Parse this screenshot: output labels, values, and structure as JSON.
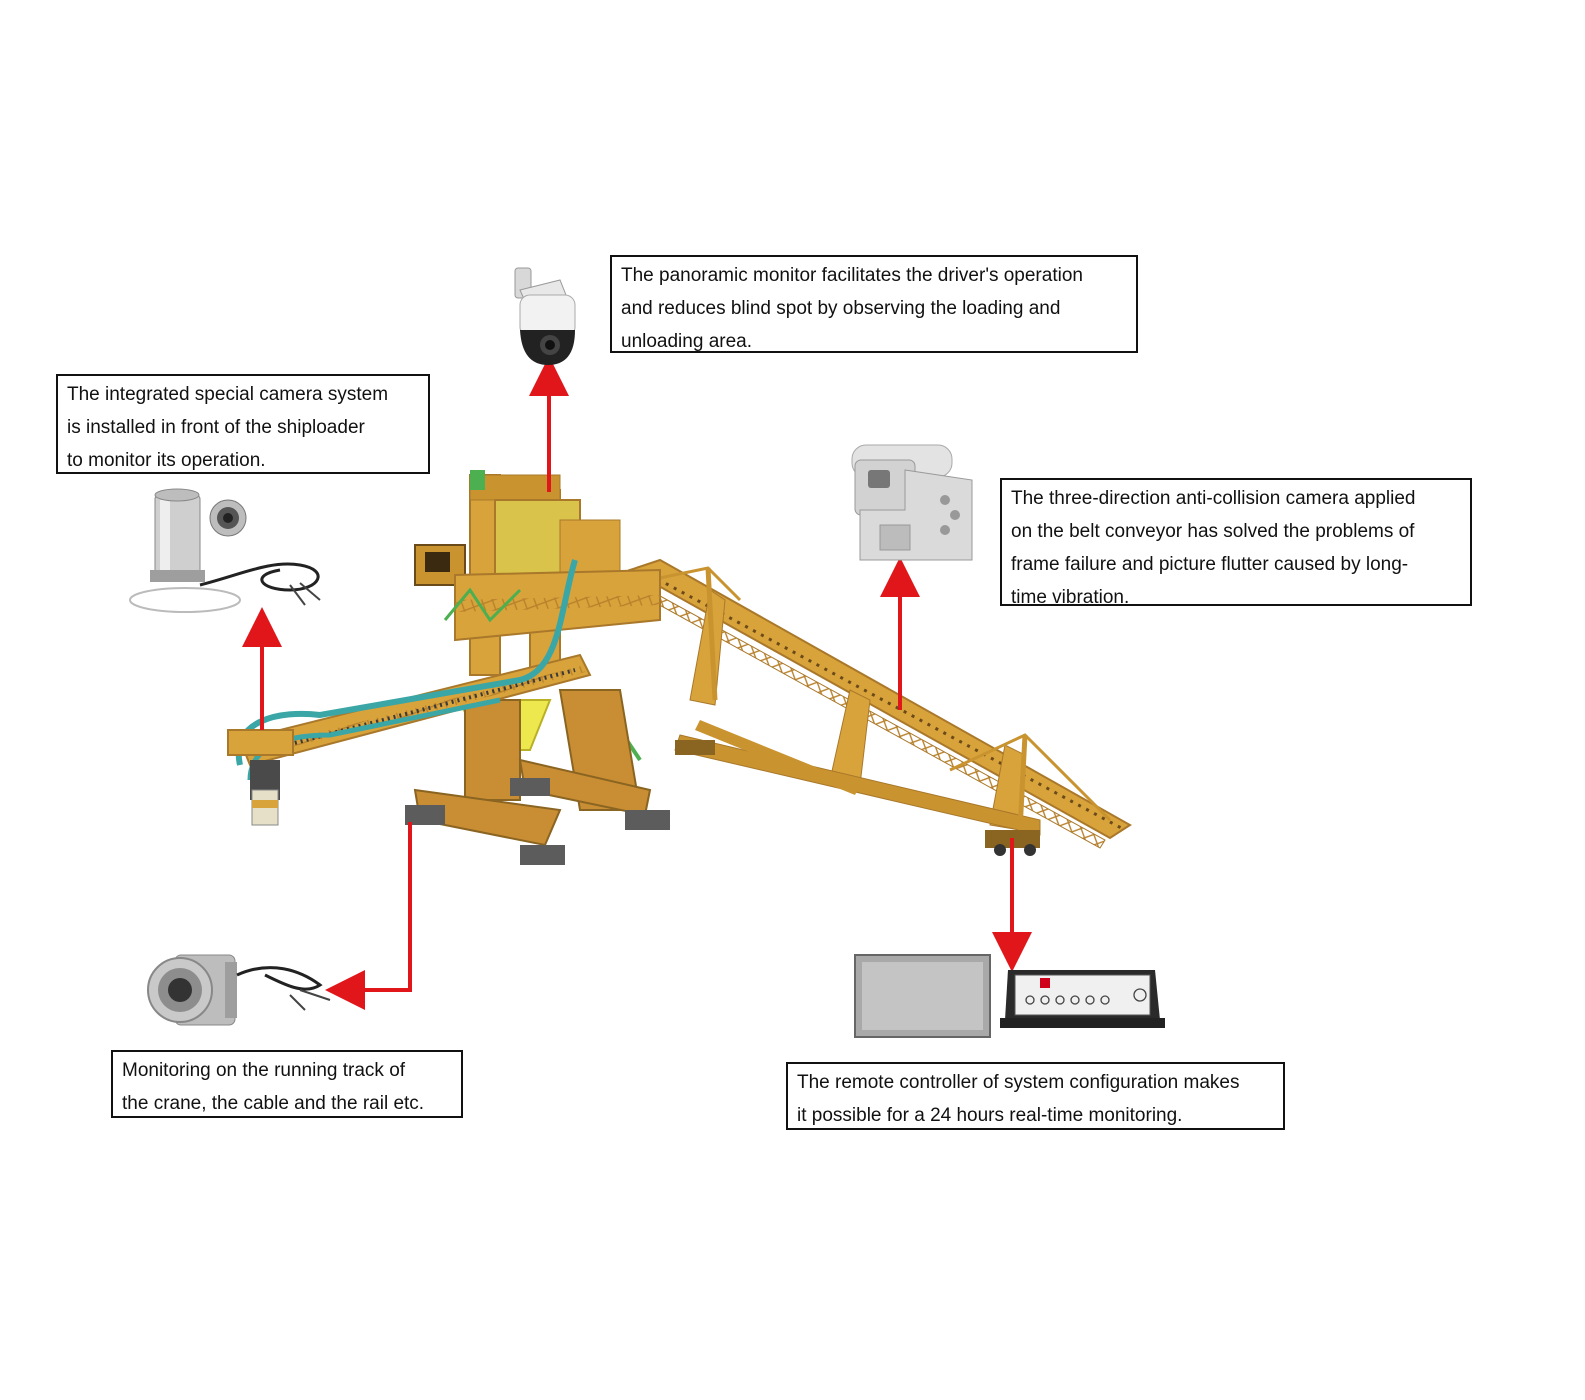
{
  "callouts": {
    "panoramic": [
      "The panoramic monitor facilitates the driver's operation",
      "and reduces blind spot by observing the loading and",
      "unloading area."
    ],
    "integrated": [
      "The integrated special camera system",
      "is installed in front of the shiploader",
      "to monitor its operation."
    ],
    "three_direction": [
      "The three-direction anti-collision camera applied",
      "on the belt conveyor has solved the problems of",
      "frame failure and picture flutter caused by long-",
      "time vibration."
    ],
    "track": [
      "Monitoring on the running track of",
      "the crane, the cable and the rail etc."
    ],
    "remote": [
      "The remote controller of system configuration makes",
      "it possible for a 24 hours real-time monitoring."
    ]
  },
  "colors": {
    "arrow": "#e0161b",
    "structure": "#d9a33b",
    "structure_dark": "#a9782a",
    "pipe": "#3aa6a6",
    "hopper": "#e8e04a",
    "border": "#111111"
  },
  "icons": [
    "ptz-dome-camera-icon",
    "explosion-proof-camera-icon",
    "box-camera-icon",
    "cylinder-camera-icon",
    "remote-controller-icon",
    "shiploader-illustration"
  ]
}
